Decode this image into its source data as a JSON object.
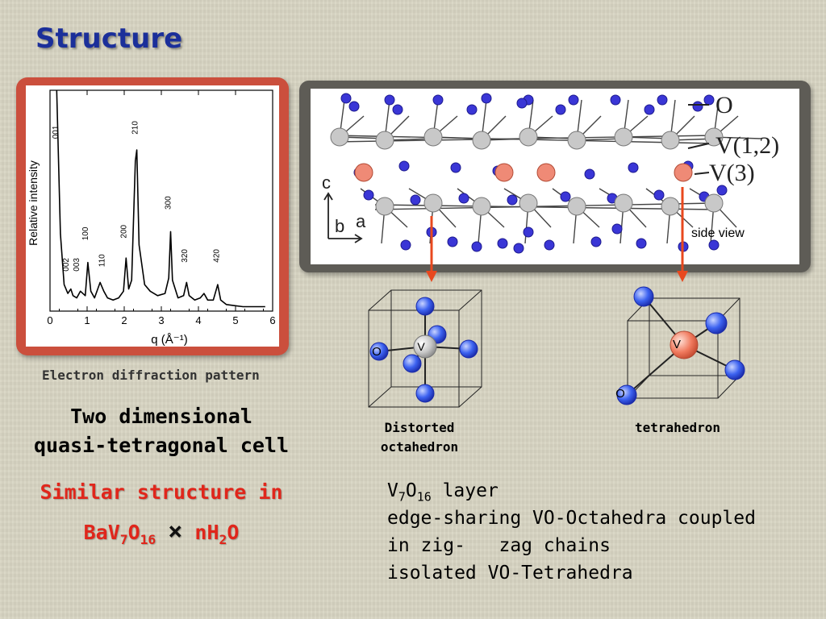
{
  "slide": {
    "title": "Structure"
  },
  "diffraction_plot": {
    "caption": "Electron diffraction pattern",
    "xlabel": "q (Å⁻¹)",
    "ylabel": "Relative intensity",
    "x_ticks": [
      "0",
      "1",
      "2",
      "3",
      "4",
      "5",
      "6"
    ],
    "peak_labels": [
      "001",
      "002",
      "003",
      "100",
      "110",
      "200",
      "210",
      "300",
      "320",
      "420"
    ]
  },
  "chart_data": {
    "type": "line",
    "xlabel": "q (Å⁻¹)",
    "ylabel": "Relative intensity",
    "xlim": [
      0,
      6
    ],
    "ylim": [
      0,
      1
    ],
    "series": [
      {
        "x": [
          0.18,
          0.28,
          0.38,
          0.48,
          0.56,
          0.62,
          0.72,
          0.82,
          0.95,
          1.02,
          1.1,
          1.2,
          1.35,
          1.45,
          1.55,
          1.7,
          1.85,
          1.98,
          2.05,
          2.12,
          2.2,
          2.3,
          2.34,
          2.4,
          2.55,
          2.7,
          2.9,
          3.1,
          3.2,
          3.25,
          3.3,
          3.45,
          3.6,
          3.68,
          3.75,
          3.9,
          4.05,
          4.15,
          4.25,
          4.4,
          4.52,
          4.6,
          4.75,
          4.95,
          5.2,
          5.4,
          5.6,
          5.8
        ],
        "y": [
          1.0,
          0.35,
          0.12,
          0.08,
          0.1,
          0.07,
          0.06,
          0.09,
          0.07,
          0.22,
          0.09,
          0.06,
          0.13,
          0.09,
          0.06,
          0.05,
          0.06,
          0.09,
          0.24,
          0.1,
          0.14,
          0.68,
          0.73,
          0.3,
          0.12,
          0.09,
          0.07,
          0.08,
          0.15,
          0.36,
          0.14,
          0.06,
          0.07,
          0.13,
          0.07,
          0.05,
          0.06,
          0.08,
          0.05,
          0.05,
          0.12,
          0.05,
          0.03,
          0.025,
          0.02,
          0.02,
          0.02,
          0.02
        ]
      }
    ],
    "annotations": [
      {
        "text": "001",
        "x": 0.22,
        "y": 0.78
      },
      {
        "text": "002",
        "x": 0.5,
        "y": 0.18
      },
      {
        "text": "003",
        "x": 0.78,
        "y": 0.18
      },
      {
        "text": "100",
        "x": 1.02,
        "y": 0.32
      },
      {
        "text": "110",
        "x": 1.47,
        "y": 0.2
      },
      {
        "text": "200",
        "x": 2.05,
        "y": 0.33
      },
      {
        "text": "210",
        "x": 2.36,
        "y": 0.8
      },
      {
        "text": "300",
        "x": 3.25,
        "y": 0.46
      },
      {
        "text": "320",
        "x": 3.7,
        "y": 0.22
      },
      {
        "text": "420",
        "x": 4.55,
        "y": 0.22
      }
    ]
  },
  "crystal": {
    "axis_c": "c",
    "axis_b": "b",
    "axis_a": "a",
    "legend_o": "O",
    "legend_v12": "V(1,2)",
    "legend_v3": "V(3)",
    "side_view": "side view"
  },
  "polyhedra": {
    "octahedron": {
      "label_o": "O",
      "label_v": "V",
      "caption_line1": "Distorted",
      "caption_line2": "octahedron"
    },
    "tetrahedron": {
      "label_o": "O",
      "label_v": "V",
      "caption": "tetrahedron"
    }
  },
  "text_blocks": {
    "two_dim_line1": "Two dimensional",
    "two_dim_line2": "quasi-tetragonal cell",
    "similar_line1": "Similar structure in",
    "similar_formula_ba": "BaV",
    "similar_formula_sub1": "7",
    "similar_formula_o": "O",
    "similar_formula_sub2": "16",
    "similar_times": "×",
    "similar_formula_nh": "nH",
    "similar_formula_sub3": "2",
    "similar_formula_o2": "O",
    "layer_v": "V",
    "layer_sub1": "7",
    "layer_o": "O",
    "layer_sub2": "16",
    "layer_word": " layer",
    "line2": "edge-sharing VO-Octahedra coupled",
    "line3": "in zig-   zag chains",
    "line4": "isolated VO-Tetrahedra"
  },
  "colors": {
    "title": "#1b2f9a",
    "highlight": "#e0261b",
    "frame_red": "#cb4f3d",
    "frame_gray": "#5e5c56",
    "oxygen_blue": "#3a36d6",
    "vanadium_gray": "#c8c8c8",
    "vanadium_salmon": "#ef8a76",
    "arrow": "#e8481e"
  }
}
